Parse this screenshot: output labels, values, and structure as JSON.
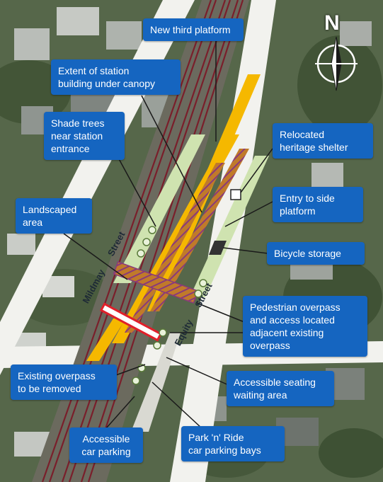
{
  "compass": {
    "letter": "N",
    "icon": "north-arrow-icon"
  },
  "streets": {
    "mildmay": "Mildmay",
    "mildmay_suffix": "Street",
    "equity": "Equity",
    "equity_suffix": "Street"
  },
  "callouts": {
    "new_third_platform": "New third platform",
    "station_building_line1": "Extent of station",
    "station_building_line2": "building under canopy",
    "shade_trees_line1": "Shade trees",
    "shade_trees_line2": "near station",
    "shade_trees_line3": "entrance",
    "relocated_heritage_line1": "Relocated",
    "relocated_heritage_line2": "heritage shelter",
    "entry_side_line1": "Entry to side",
    "entry_side_line2": "platform",
    "landscaped_line1": "Landscaped",
    "landscaped_line2": "area",
    "bicycle_storage": "Bicycle storage",
    "overpass_line1": "Pedestrian overpass",
    "overpass_line2": "and access located",
    "overpass_line3": "adjacent existing",
    "overpass_line4": "overpass",
    "existing_overpass_line1": "Existing overpass",
    "existing_overpass_line2": "to be removed",
    "seating_line1": "Accessible seating",
    "seating_line2": "waiting area",
    "accessible_parking_line1": "Accessible",
    "accessible_parking_line2": "car parking",
    "park_ride_line1": "Park 'n' Ride",
    "park_ride_line2": "car parking bays"
  },
  "colors": {
    "callout_blue": "#1565c0",
    "platform_yellow": "#f5b800",
    "canopy_purple": "#8a3a7a",
    "rail_red": "#7a1f2b",
    "road_white": "#f2f2ee",
    "landscape_green": "#cfe3b0"
  }
}
